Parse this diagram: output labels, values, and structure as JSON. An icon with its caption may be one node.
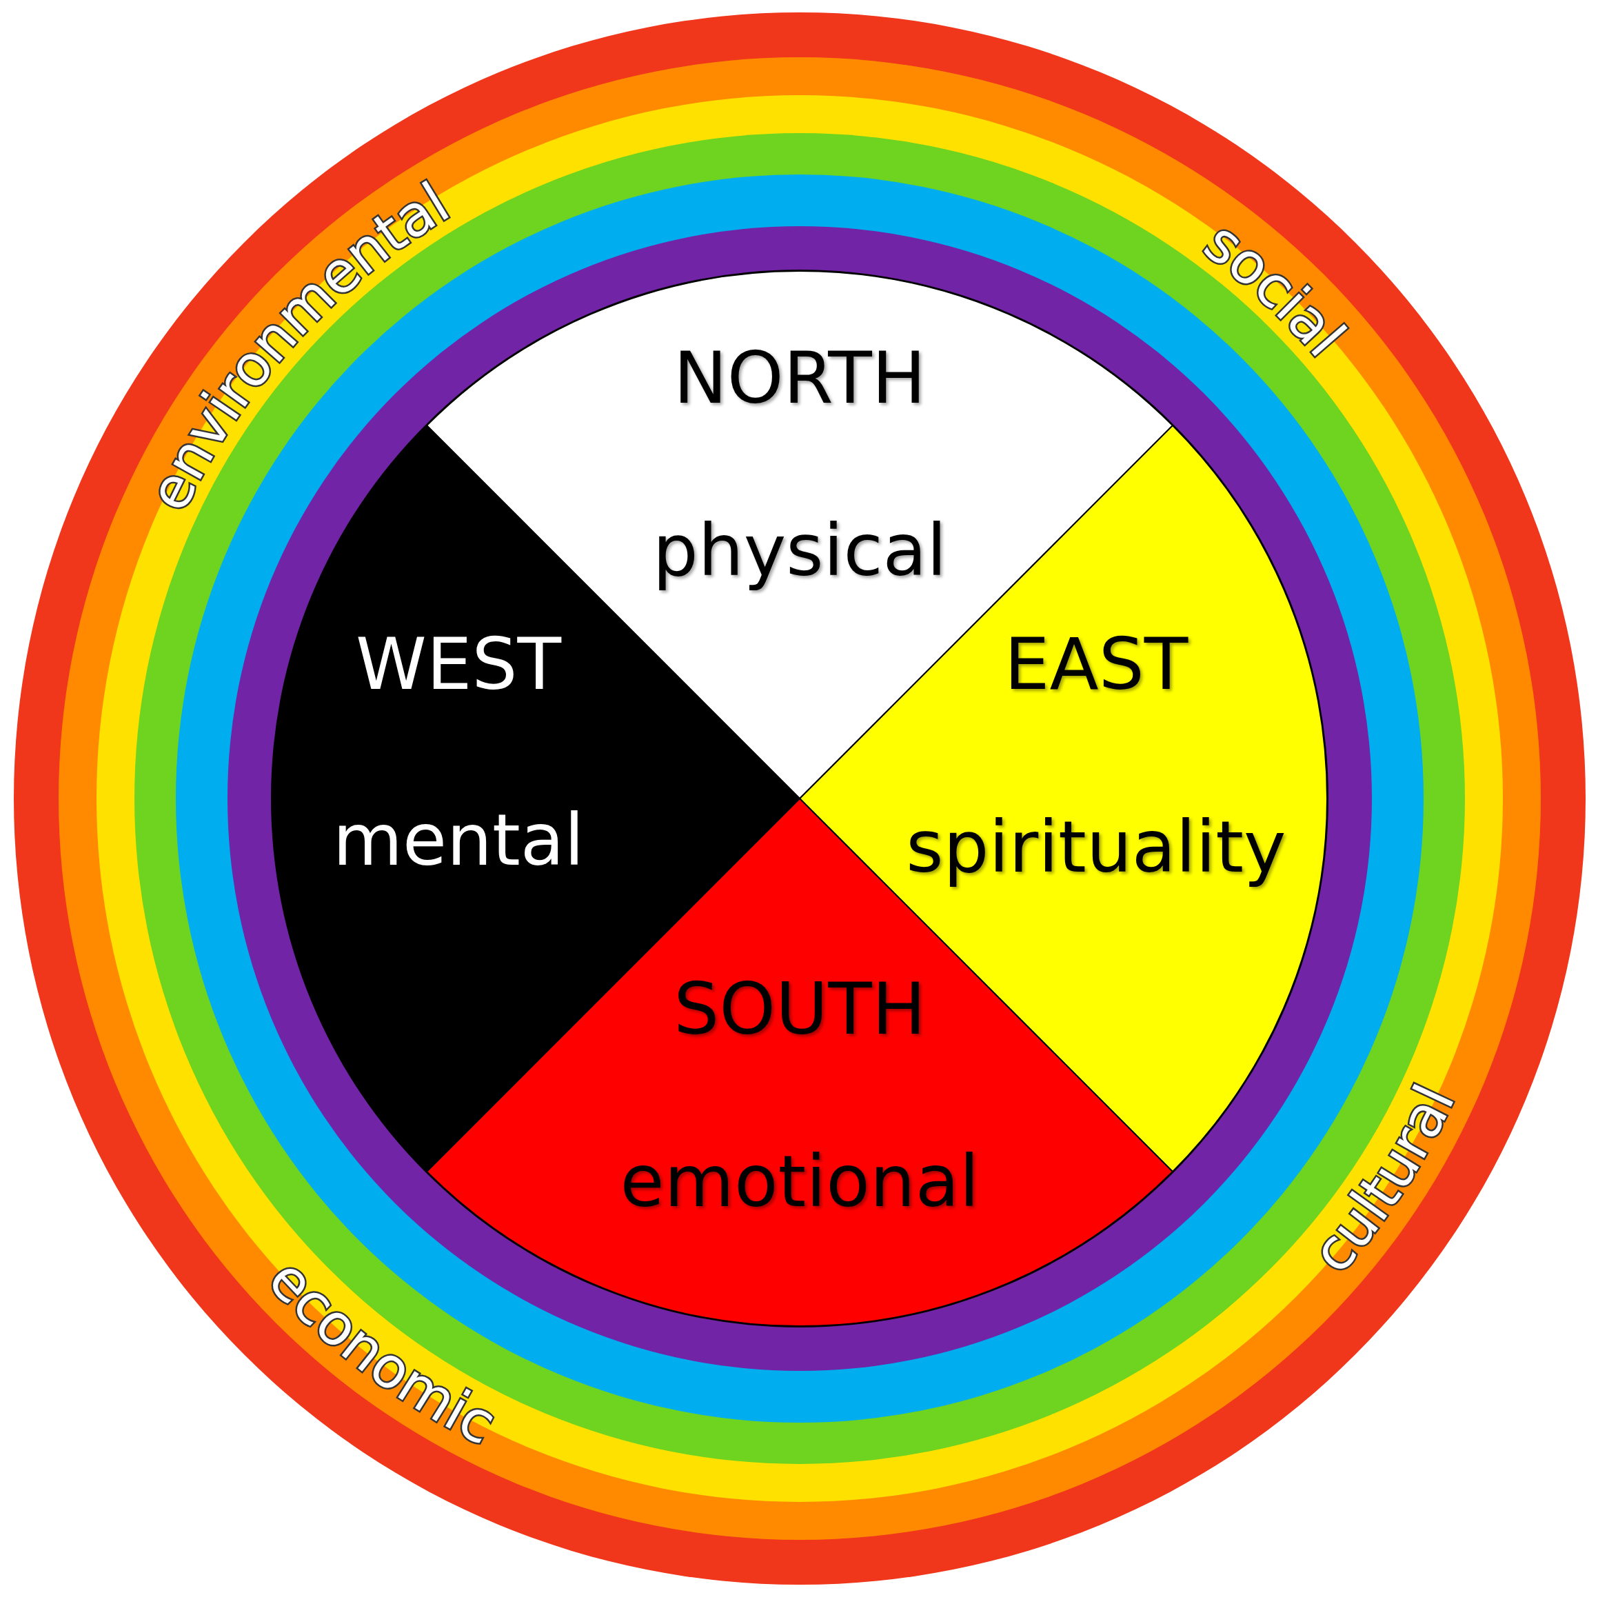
{
  "diagram": {
    "nodes": [
      {
        "text": [
          "NORTH",
          "physical"
        ]
      },
      {
        "text": [
          "WEST",
          "mental"
        ]
      },
      {
        "text": [
          "EAST",
          "spirituality"
        ]
      },
      {
        "text": [
          "SOUTH",
          "emotional"
        ]
      }
    ],
    "labels": [
      "environmental",
      "social",
      "cultural",
      "economic"
    ]
  }
}
